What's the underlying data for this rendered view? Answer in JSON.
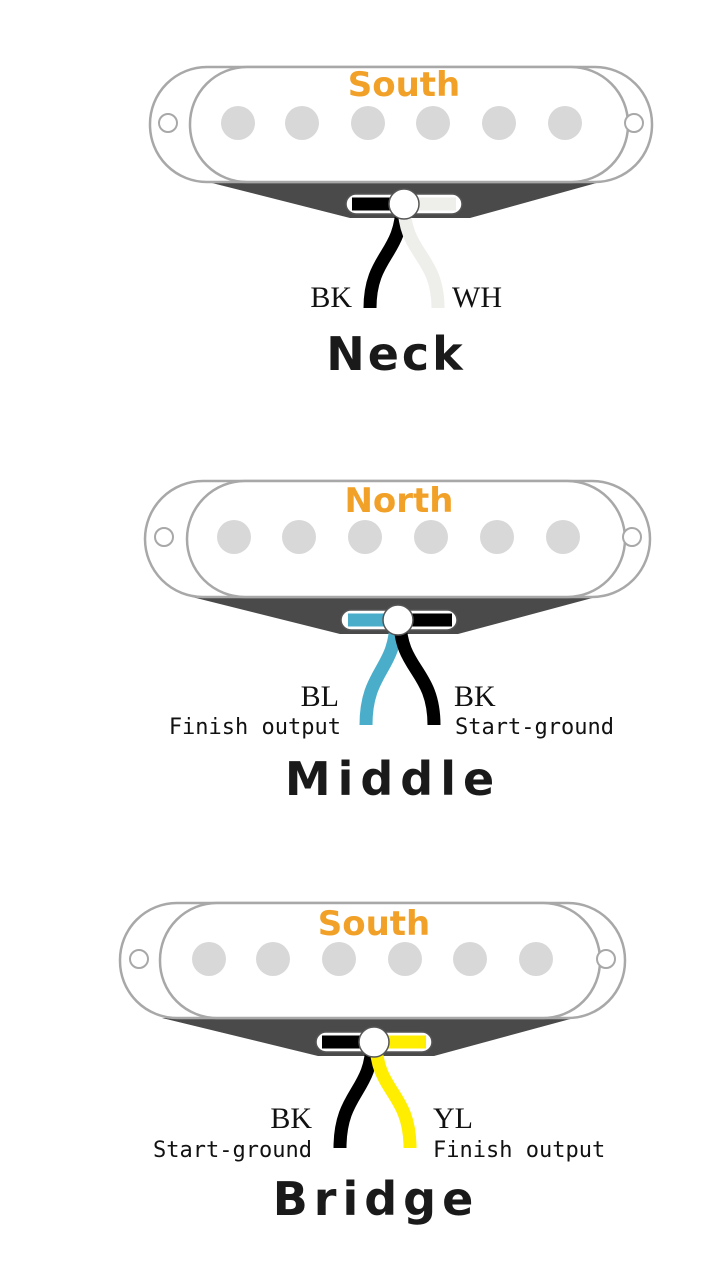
{
  "colors": {
    "outline": "#a8a8a8",
    "cover": "#ffffff",
    "pole": "#d8d8d8",
    "base": "#4a4a4a",
    "polarity_label": "#f2a128",
    "wire_black": "#000000",
    "wire_white": "#eeeeea",
    "wire_blue": "#4aaecb",
    "wire_yellow": "#ffee00"
  },
  "pickups": [
    {
      "position": "Neck",
      "polarity": "South",
      "wires": [
        {
          "code": "BK",
          "description": "",
          "color": "#000000",
          "side": "left"
        },
        {
          "code": "WH",
          "description": "",
          "color": "#eeeeea",
          "side": "right"
        }
      ]
    },
    {
      "position": "Middle",
      "polarity": "North",
      "wires": [
        {
          "code": "BL",
          "description": "Finish output",
          "color": "#4aaecb",
          "side": "left"
        },
        {
          "code": "BK",
          "description": "Start-ground",
          "color": "#000000",
          "side": "right"
        }
      ]
    },
    {
      "position": "Bridge",
      "polarity": "South",
      "wires": [
        {
          "code": "BK",
          "description": "Start-ground",
          "color": "#000000",
          "side": "left"
        },
        {
          "code": "YL",
          "description": "Finish output",
          "color": "#ffee00",
          "side": "right"
        }
      ]
    }
  ]
}
